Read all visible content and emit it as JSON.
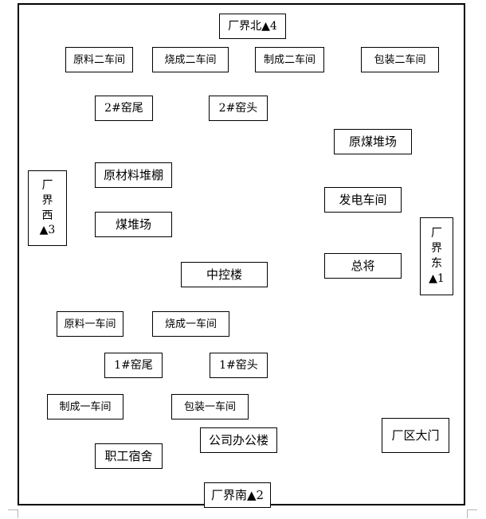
{
  "boundary": {
    "north": "厂界北▲4",
    "south": "厂界南▲2",
    "west": [
      "厂",
      "界",
      "西",
      "▲3"
    ],
    "east": [
      "厂",
      "界",
      "东",
      "▲1"
    ]
  },
  "buildings": {
    "raw_material_2": "原料二车间",
    "firing_2": "烧成二车间",
    "making_2": "制成二车间",
    "packing_2": "包装二车间",
    "kiln_tail_2": "2#窑尾",
    "kiln_head_2": "2#窑头",
    "raw_coal_yard": "原煤堆场",
    "raw_material_shed": "原材料堆棚",
    "power_workshop": "发电车间",
    "coal_yard": "煤堆场",
    "general": "总将",
    "control_building": "中控楼",
    "raw_material_1": "原料一车间",
    "firing_1": "烧成一车间",
    "kiln_tail_1": "1#窑尾",
    "kiln_head_1": "1#窑头",
    "making_1": "制成一车间",
    "packing_1": "包装一车间",
    "office_building": "公司办公楼",
    "main_gate": "厂区大门",
    "staff_dorm": "职工宿舍"
  }
}
